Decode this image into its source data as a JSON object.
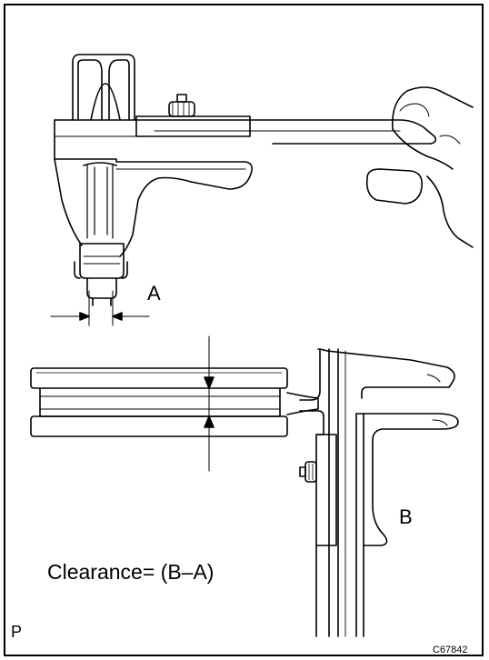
{
  "labels": {
    "a": "A",
    "b": "B",
    "formula": "Clearance= (B–A)",
    "corner_p": "P",
    "figure_code": "C67842"
  },
  "colors": {
    "ink": "#000000",
    "paper": "#ffffff"
  },
  "icons": [
    "caliper-illustration",
    "hand-illustration",
    "piston-ring-groove-illustration"
  ]
}
